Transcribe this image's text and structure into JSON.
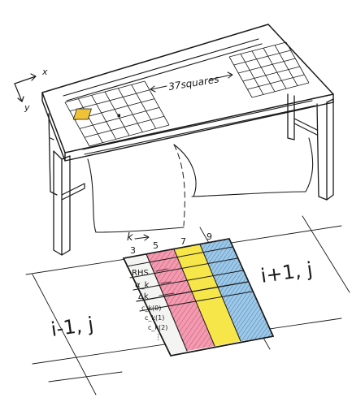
{
  "table_label": "37squares",
  "axes": {
    "x_label": "x",
    "y_label": "y"
  },
  "k_axis": {
    "label": "k",
    "ticks": [
      "3",
      "5",
      "7",
      "9"
    ]
  },
  "stack_labels": [
    "RHS",
    "α_k",
    "Δk",
    "c_k(0)",
    "c_k(1)",
    "c_k(2)",
    "⋮"
  ],
  "cells": {
    "left": "i-1, j",
    "right": "i+1, j"
  },
  "colors": {
    "pink": "#f29bb0",
    "yellow": "#f6e64a",
    "blue": "#9ec8e6",
    "sheet": "#f4f4f2",
    "ink": "#1a1a1a",
    "highlight": "#f0c238"
  }
}
